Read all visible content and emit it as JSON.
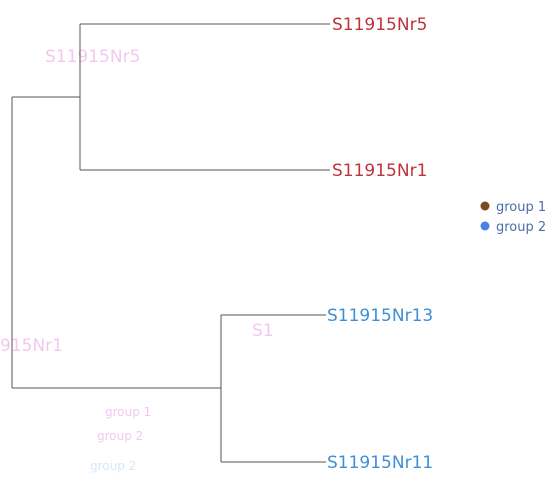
{
  "diagram": {
    "leaves": [
      {
        "id": "nr5",
        "label": "S11915Nr5",
        "group": "group1"
      },
      {
        "id": "nr1",
        "label": "S11915Nr1",
        "group": "group1"
      },
      {
        "id": "nr13",
        "label": "S11915Nr13",
        "group": "group2"
      },
      {
        "id": "nr11",
        "label": "S11915Nr11",
        "group": "group2"
      }
    ],
    "legend": {
      "items": [
        {
          "id": "group1",
          "label": "group 1",
          "color": "#7a4a1e"
        },
        {
          "id": "group2",
          "label": "group 2",
          "color": "#4a80e0"
        }
      ]
    },
    "colors": {
      "group1_text": "#c1323a",
      "group2_text": "#3d8fd6",
      "branch": "#555555"
    },
    "ghost_overlay": {
      "upper_node_label": "S11915Nr5",
      "root_label": "915Nr1",
      "lower_node_label": "S1",
      "legend_item_1": "group 1",
      "legend_item_2": "group 2",
      "legend_item_3": "group 2"
    }
  }
}
